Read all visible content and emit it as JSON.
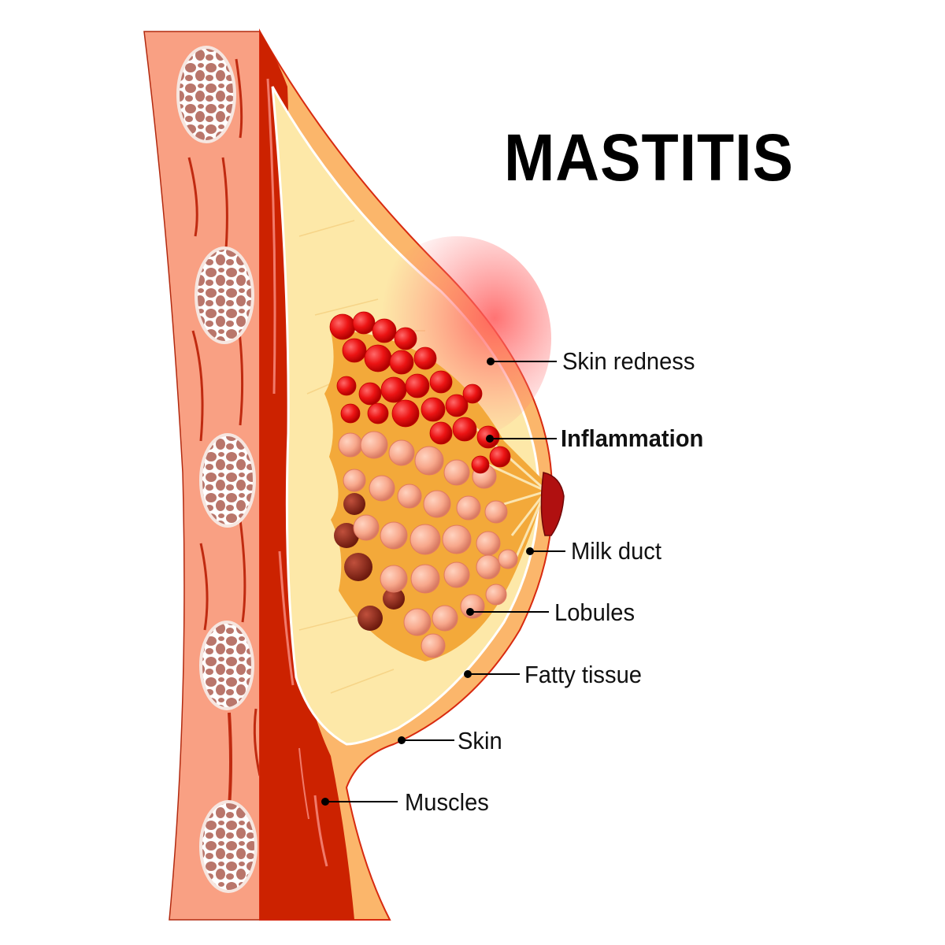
{
  "title": "MASTITIS",
  "colors": {
    "background": "#ffffff",
    "chest_wall": "#f9a083",
    "rib_bone": "#b9766b",
    "muscle": "#cc2200",
    "skin": "#fbb66b",
    "fat": "#fde8a8",
    "lobule": "#f7a88a",
    "lobule_dark": "#8e2a1a",
    "inflammation": "#e81010",
    "nipple": "#b01010",
    "leader_line": "#000000"
  },
  "labels": [
    {
      "id": "skin-redness",
      "text": "Skin redness",
      "bold": false
    },
    {
      "id": "inflammation",
      "text": "Inflammation",
      "bold": true
    },
    {
      "id": "milk-duct",
      "text": "Milk duct",
      "bold": false
    },
    {
      "id": "lobules",
      "text": "Lobules",
      "bold": false
    },
    {
      "id": "fatty-tissue",
      "text": "Fatty tissue",
      "bold": false
    },
    {
      "id": "skin",
      "text": "Skin",
      "bold": false
    },
    {
      "id": "muscles",
      "text": "Muscles",
      "bold": false
    }
  ]
}
